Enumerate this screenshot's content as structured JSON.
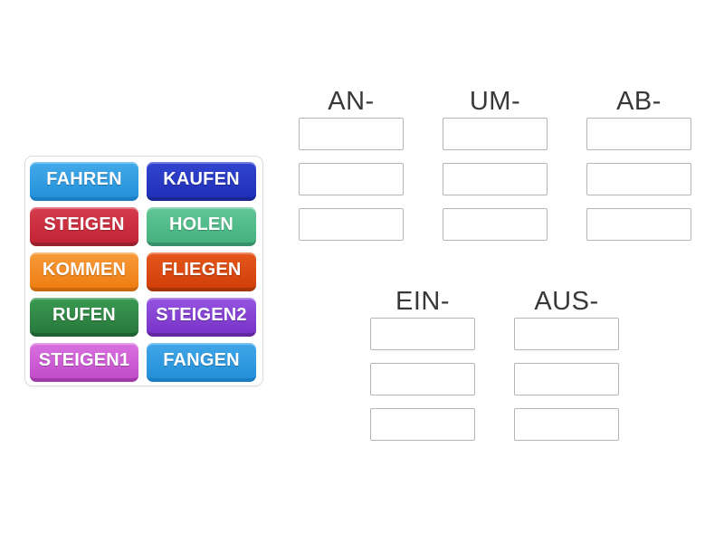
{
  "activity": {
    "type": "group-sort",
    "tile_text_color": "#ffffff",
    "header_text_color": "#383838",
    "slot_border_color": "#b5b5b5",
    "panel_border_color": "#dcdcdc"
  },
  "tile_panel": {
    "tiles": [
      {
        "label": "FAHREN",
        "color_top": "#43aae9",
        "color_bottom": "#2491da",
        "edge": "#1b7ec2"
      },
      {
        "label": "KAUFEN",
        "color_top": "#3245cf",
        "color_bottom": "#202fb8",
        "edge": "#182693"
      },
      {
        "label": "STEIGEN",
        "color_top": "#d63d4d",
        "color_bottom": "#c22435",
        "edge": "#99202d"
      },
      {
        "label": "HOLEN",
        "color_top": "#61c797",
        "color_bottom": "#45b17f",
        "edge": "#379168"
      },
      {
        "label": "KOMMEN",
        "color_top": "#f79b3b",
        "color_bottom": "#ef7e12",
        "edge": "#c9680d"
      },
      {
        "label": "FLIEGEN",
        "color_top": "#e4571d",
        "color_bottom": "#d23f08",
        "edge": "#a53507"
      },
      {
        "label": "RUFEN",
        "color_top": "#3a9a52",
        "color_bottom": "#28793c",
        "edge": "#1f6130"
      },
      {
        "label": "STEIGEN2",
        "color_top": "#9555e0",
        "color_bottom": "#7933c8",
        "edge": "#6128a0"
      },
      {
        "label": "STEIGEN1",
        "color_top": "#da72e0",
        "color_bottom": "#c24cca",
        "edge": "#a13ba8"
      },
      {
        "label": "FANGEN",
        "color_top": "#41a6e8",
        "color_bottom": "#2490d9",
        "edge": "#1b7ec2"
      }
    ]
  },
  "groups": [
    {
      "label": "AN-",
      "slots": 3
    },
    {
      "label": "UM-",
      "slots": 3
    },
    {
      "label": "AB-",
      "slots": 3
    },
    {
      "label": "EIN-",
      "slots": 3
    },
    {
      "label": "AUS-",
      "slots": 3
    }
  ]
}
